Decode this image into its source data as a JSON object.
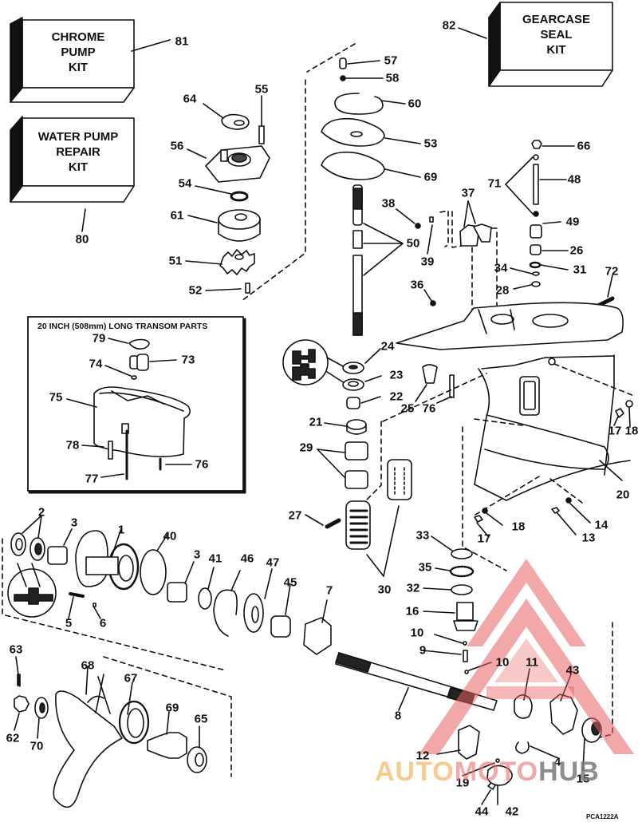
{
  "diagram": {
    "title": "Gearcase exploded parts diagram",
    "drawing_code": "PCA1222A",
    "kits": [
      {
        "id": "chrome-pump-kit",
        "lines": [
          "CHROME",
          "PUMP",
          "KIT"
        ],
        "part": "81"
      },
      {
        "id": "water-pump-repair-kit",
        "lines": [
          "WATER PUMP",
          "REPAIR",
          "KIT"
        ],
        "part": "80"
      },
      {
        "id": "gearcase-seal-kit",
        "lines": [
          "GEARCASE",
          "SEAL",
          "KIT"
        ],
        "part": "82"
      }
    ],
    "inset": {
      "title": "20 INCH (508mm) LONG TRANSOM PARTS",
      "parts": [
        "79",
        "73",
        "74",
        "75",
        "78",
        "76",
        "77"
      ]
    },
    "labels": [
      {
        "id": "81",
        "text": "81"
      },
      {
        "id": "80",
        "text": "80"
      },
      {
        "id": "82",
        "text": "82"
      },
      {
        "id": "64",
        "text": "64"
      },
      {
        "id": "55",
        "text": "55"
      },
      {
        "id": "56",
        "text": "56"
      },
      {
        "id": "54",
        "text": "54"
      },
      {
        "id": "61",
        "text": "61"
      },
      {
        "id": "51",
        "text": "51"
      },
      {
        "id": "52",
        "text": "52"
      },
      {
        "id": "57",
        "text": "57"
      },
      {
        "id": "58",
        "text": "58"
      },
      {
        "id": "60",
        "text": "60"
      },
      {
        "id": "53",
        "text": "53"
      },
      {
        "id": "69a",
        "text": "69"
      },
      {
        "id": "66",
        "text": "66"
      },
      {
        "id": "71",
        "text": "71"
      },
      {
        "id": "48",
        "text": "48"
      },
      {
        "id": "37",
        "text": "37"
      },
      {
        "id": "38",
        "text": "38"
      },
      {
        "id": "50",
        "text": "50"
      },
      {
        "id": "39",
        "text": "39"
      },
      {
        "id": "49",
        "text": "49"
      },
      {
        "id": "26",
        "text": "26"
      },
      {
        "id": "34",
        "text": "34"
      },
      {
        "id": "31",
        "text": "31"
      },
      {
        "id": "28",
        "text": "28"
      },
      {
        "id": "72",
        "text": "72"
      },
      {
        "id": "36",
        "text": "36"
      },
      {
        "id": "79",
        "text": "79"
      },
      {
        "id": "73",
        "text": "73"
      },
      {
        "id": "74",
        "text": "74"
      },
      {
        "id": "75",
        "text": "75"
      },
      {
        "id": "78",
        "text": "78"
      },
      {
        "id": "76a",
        "text": "76"
      },
      {
        "id": "77",
        "text": "77"
      },
      {
        "id": "24",
        "text": "24"
      },
      {
        "id": "23",
        "text": "23"
      },
      {
        "id": "22",
        "text": "22"
      },
      {
        "id": "25",
        "text": "25"
      },
      {
        "id": "76b",
        "text": "76"
      },
      {
        "id": "21",
        "text": "21"
      },
      {
        "id": "29",
        "text": "29"
      },
      {
        "id": "17a",
        "text": "17"
      },
      {
        "id": "18a",
        "text": "18"
      },
      {
        "id": "20",
        "text": "20"
      },
      {
        "id": "14",
        "text": "14"
      },
      {
        "id": "18b",
        "text": "18"
      },
      {
        "id": "17b",
        "text": "17"
      },
      {
        "id": "13",
        "text": "13"
      },
      {
        "id": "27",
        "text": "27"
      },
      {
        "id": "33",
        "text": "33"
      },
      {
        "id": "35",
        "text": "35"
      },
      {
        "id": "30",
        "text": "30"
      },
      {
        "id": "32",
        "text": "32"
      },
      {
        "id": "16",
        "text": "16"
      },
      {
        "id": "10a",
        "text": "10"
      },
      {
        "id": "9",
        "text": "9"
      },
      {
        "id": "10b",
        "text": "10"
      },
      {
        "id": "11",
        "text": "11"
      },
      {
        "id": "43",
        "text": "43"
      },
      {
        "id": "8",
        "text": "8"
      },
      {
        "id": "12",
        "text": "12"
      },
      {
        "id": "4",
        "text": "4"
      },
      {
        "id": "19",
        "text": "19"
      },
      {
        "id": "15",
        "text": "15"
      },
      {
        "id": "44",
        "text": "44"
      },
      {
        "id": "42",
        "text": "42"
      },
      {
        "id": "2",
        "text": "2"
      },
      {
        "id": "3a",
        "text": "3"
      },
      {
        "id": "1",
        "text": "1"
      },
      {
        "id": "40",
        "text": "40"
      },
      {
        "id": "3b",
        "text": "3"
      },
      {
        "id": "41",
        "text": "41"
      },
      {
        "id": "46",
        "text": "46"
      },
      {
        "id": "47",
        "text": "47"
      },
      {
        "id": "45",
        "text": "45"
      },
      {
        "id": "7",
        "text": "7"
      },
      {
        "id": "5",
        "text": "5"
      },
      {
        "id": "6",
        "text": "6"
      },
      {
        "id": "63",
        "text": "63"
      },
      {
        "id": "68",
        "text": "68"
      },
      {
        "id": "67",
        "text": "67"
      },
      {
        "id": "69b",
        "text": "69"
      },
      {
        "id": "65",
        "text": "65"
      },
      {
        "id": "62",
        "text": "62"
      },
      {
        "id": "70",
        "text": "70"
      }
    ]
  },
  "watermark": {
    "part1": "AUTO",
    "part2": "MOTO",
    "part3": "HUB",
    "color_main": "#e86060",
    "color_accent": "#f6b96a",
    "color_gray": "#7a7a7a"
  }
}
